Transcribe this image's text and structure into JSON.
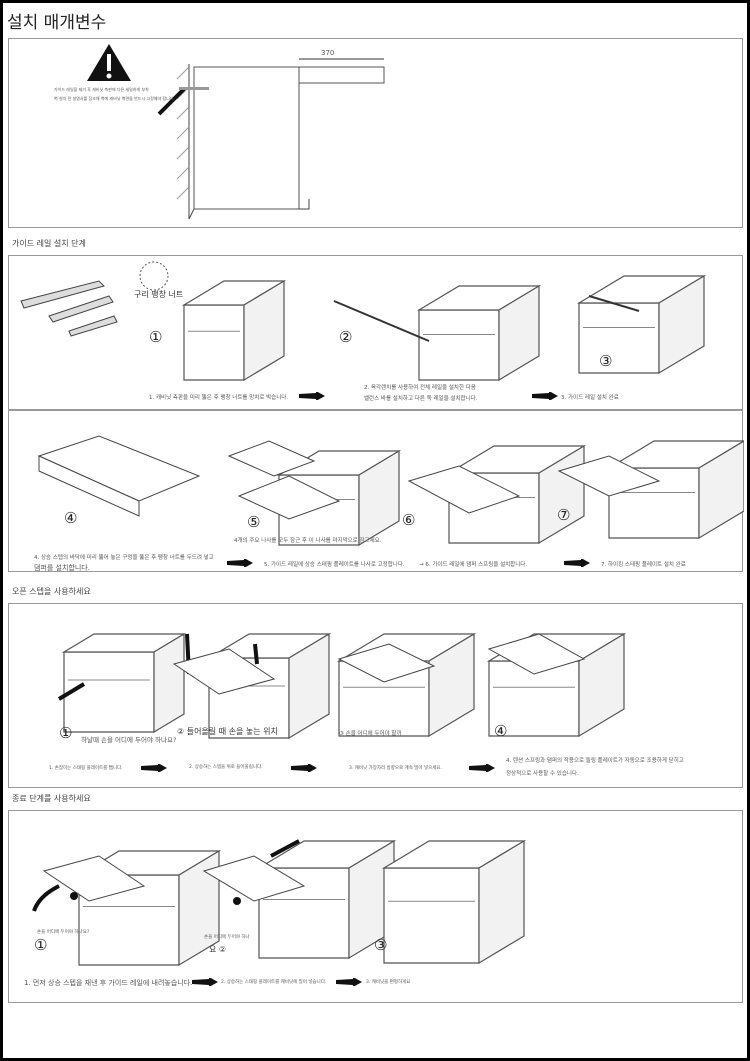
{
  "title": "설치 매개변수",
  "install": {
    "dimension": "370",
    "warning_line1": "가이드 레일을 제거 후 캐비닛 측판에 다른 세밀하게 부착",
    "warning_line2": "벽 설치 전 설명서를 참조해 벽에 캐비닛 벽면을 반드시 고정해야 합니다."
  },
  "guide_rail": {
    "heading": "가이드 레일 설치 단계",
    "nut_label": "구리 팽창 너트",
    "nums": [
      "①",
      "②",
      "③"
    ],
    "step1": "1. 캐비닛 측판을 미리 뚫은 후 팽창 너트를 망치로 박습니다.",
    "step2a": "2. 육각렌치를 사용하여 전체 레일을 설치한 다음",
    "step2b": "밸런스 바를 설치하고 다른 쪽 레일을 설치합니다.",
    "step3": "3. 가이드 레일 설치 완료"
  },
  "rising": {
    "nums": [
      "④",
      "⑤",
      "⑥",
      "⑦"
    ],
    "screw_note": "4개의 주요 나사를 모두 잠근 후 이 나사를 마지막으로 잠그세요.",
    "step4a": "4. 상승 스텝의 바닥에 미리 뚫어 놓은 구멍을 뚫은 후 팽창 너트를 두드려 넣고",
    "step4b": "댐퍼를 설치합니다.",
    "step5": "5. 가이드 레일에 상승 스태핑 플레이트를 나사로 고정합니다.",
    "step6": "→ 6. 가이드 레일에 댐퍼 스프링을 설치합니다.",
    "step7": "7. 하이킹 스태핑 플레이트 설치 완료"
  },
  "open": {
    "heading": "오픈 스텝을 사용하세요",
    "nums": [
      "①",
      "④"
    ],
    "q1": "하냘때 손을 어디에 두어야 하나요?",
    "q2": "② 들어올릴 때 손을 놓는 위치",
    "q3": "③ 손을 어디에 두어야 할까",
    "step1": "1. 손잡이는 스태핑 플레이트를 뺍니다.",
    "step2": "2. 상승하는 스텝을 위로 들어올립니다.",
    "step3": "3. 캐비닛 가장자리 방향으로 계속 밀어 넣으세요.",
    "step4a": "4. 텐션 스프링과 댐퍼의 작용으로 들링 플레이트가 자동으로 조용하게 닫히고",
    "step4b": "정상적으로 사용할 수 있습니다."
  },
  "close": {
    "heading": "종료 단계를 사용하세요",
    "nums": [
      "①",
      "요 ②",
      "③"
    ],
    "q1": "손을 어디에 두어야 하나요?",
    "q2": "손을 어디에 두어야 하나",
    "step1": "1. 먼저 상승 스텝을 재낸 후 가이드 레일에 내려놓습니다.",
    "step2": "2. 상승하는 스태핑 플레이트를 캐비닛에 밀어 넣습니다.",
    "step3": "3. 캐비닛을 편평하게요"
  }
}
